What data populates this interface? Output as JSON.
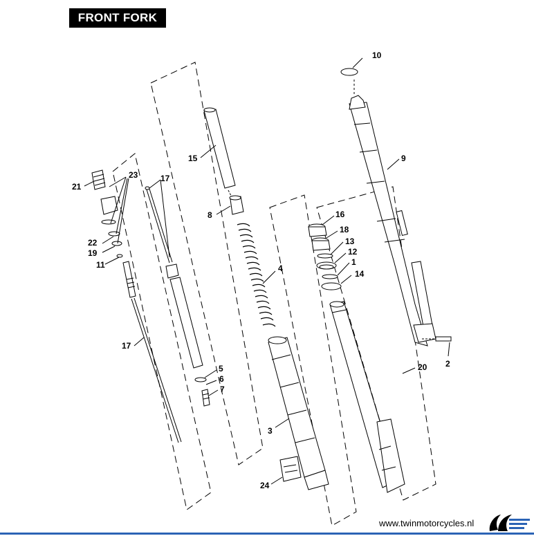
{
  "title": "FRONT FORK",
  "footer": {
    "url": "www.twinmotorcycles.nl"
  },
  "callouts": {
    "c10": "10",
    "c9": "9",
    "c21": "21",
    "c23": "23",
    "c17a": "17",
    "c15": "15",
    "c8": "8",
    "c16": "16",
    "c18": "18",
    "c13": "13",
    "c12": "12",
    "c1": "1",
    "c14": "14",
    "c22": "22",
    "c19": "19",
    "c11": "11",
    "c4": "4",
    "c2": "2",
    "c17b": "17",
    "c5": "5",
    "c6": "6",
    "c7": "7",
    "c20": "20",
    "c3": "3",
    "c24": "24"
  },
  "colors": {
    "accent": "#2b63b5",
    "ink": "#000000"
  }
}
